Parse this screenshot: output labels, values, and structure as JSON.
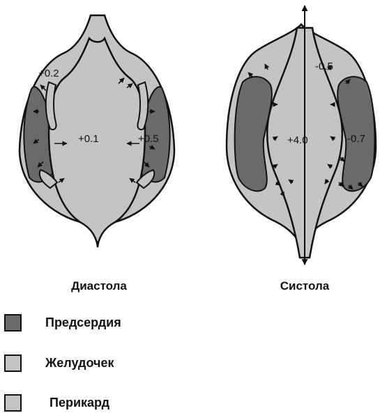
{
  "diastole": {
    "caption": "Диастола",
    "values": {
      "atrium_top": "+0.2",
      "ventricle": "+0.1",
      "atrium_right": "+0.5"
    }
  },
  "systole": {
    "caption": "Систола",
    "values": {
      "atrium_top": "-0.5",
      "ventricle": "+4.0",
      "atrium_right": "-0.7"
    }
  },
  "legend": [
    {
      "label": "Предсердия",
      "color": "#6a6a6a"
    },
    {
      "label": "Желудочек",
      "color": "#c4c4c4"
    },
    {
      "label": "Перикард",
      "color": "#c4c4c4"
    }
  ],
  "colors": {
    "atrium": "#6a6a6a",
    "ventricle": "#c4c4c4",
    "outline": "#111111"
  }
}
